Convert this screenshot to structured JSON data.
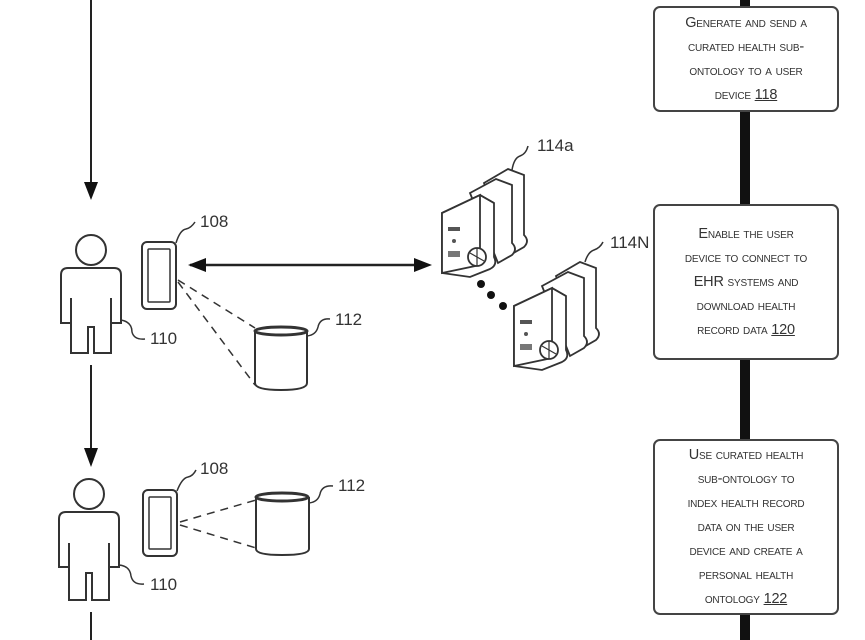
{
  "steps": [
    {
      "lines": [
        "Generate and send a",
        "curated health sub-",
        "ontology to a user",
        "device"
      ],
      "ref": "118"
    },
    {
      "lines": [
        "Enable the user",
        "device to connect to",
        "EHR systems and",
        "download health",
        "record data"
      ],
      "ref": "120"
    },
    {
      "lines": [
        "Use curated health",
        "sub-ontology to",
        "index health record",
        "data on the user",
        "device and create a",
        "personal health",
        "ontology"
      ],
      "ref": "122"
    }
  ],
  "labels": {
    "device_top": "108",
    "user_top": "110",
    "database_top": "112",
    "server_a": "114a",
    "server_n": "114N",
    "device_bottom": "108",
    "user_bottom": "110",
    "database_bottom": "112"
  }
}
